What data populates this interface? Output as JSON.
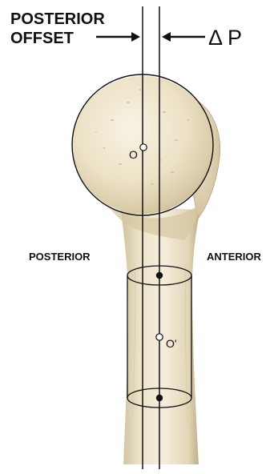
{
  "labels": {
    "posterior_offset_line1": "POSTERIOR",
    "posterior_offset_line2": "OFFSET",
    "delta_p": "Δ P",
    "posterior": "POSTERIOR",
    "anterior": "ANTERIOR",
    "head_center": "O",
    "shaft_center": "O'"
  },
  "colors": {
    "bone_light": "#f3ecd6",
    "bone_mid": "#e6dcc0",
    "bone_shadow": "#c9bb97",
    "bone_dark": "#a8987a",
    "line": "#111111",
    "background": "#ffffff"
  }
}
